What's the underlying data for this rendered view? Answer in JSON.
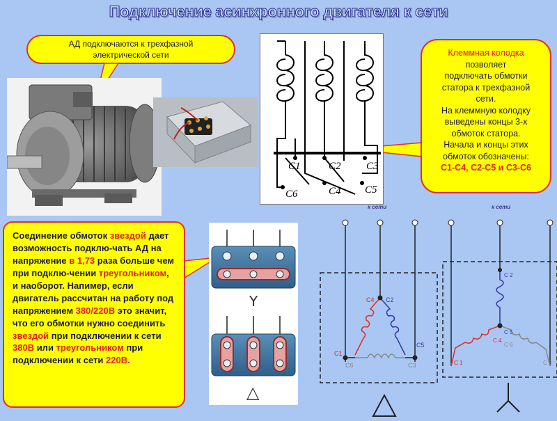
{
  "title": "Подключение асинхронного двигателя к сети",
  "callout_top": {
    "line1": "АД подключаются к трехфазной",
    "line2": "электрической сети"
  },
  "callout_right": {
    "lead": "Клеммная колодка",
    "lines": [
      "позволяет",
      "подключать обмотки",
      "статора к трехфазной",
      "сети.",
      "На клеммную колодку",
      "выведены концы 3-х",
      "обмоток статора.",
      "Начала и концы этих",
      "обмоток обозначены:"
    ],
    "labels": "С1-С4, С2-С5 и С3-С6"
  },
  "callout_left": {
    "t1": "Соединение обмоток ",
    "star": "звездой",
    "t2": " дает возможность подклю-чать АД на напряжение ",
    "ratio": "в 1,73",
    "t3": " раза больше чем при подклю-чении ",
    "triangle": "треугольником",
    "t4": ", и наоборот. Напимер, если двигатель рассчитан на работу под напряжением ",
    "voltage": "380/220В",
    "t5": " это значит, что его обмотки нужно соединить ",
    "star2": "звездой",
    "t6": " при подключении к сети ",
    "v380": "380В",
    "t7": " или ",
    "triangle2": "треугольником",
    "t8": " при подключении к сети ",
    "v220": "220В."
  },
  "schematic_labels": {
    "c1": "С1",
    "c2": "С2",
    "c3": "С3",
    "c4": "С4",
    "c5": "С5",
    "c6": "С6"
  },
  "panel_labels": {
    "star_symbol": "Y",
    "triangle_symbol": "△"
  },
  "delta_diagram": {
    "mains_label": "к сети",
    "c4c2": "С4",
    "c2": "С2",
    "c1": "С1",
    "c5": "С5",
    "c6": "С6",
    "c3": "С3"
  },
  "star_diagram": {
    "mains_label": "к сети",
    "c5_top": "С\n5",
    "c2_top": "С\n2",
    "c4": "С\n4",
    "c6": "С\n6",
    "c1": "С\n1",
    "c3": "С\n3"
  },
  "colors": {
    "background": "#a9c7f2",
    "callout": "#ffff00",
    "accent_red": "#e02020",
    "winding_red": "#e03030",
    "winding_blue": "#3a3ab0",
    "winding_gray": "#888888"
  }
}
